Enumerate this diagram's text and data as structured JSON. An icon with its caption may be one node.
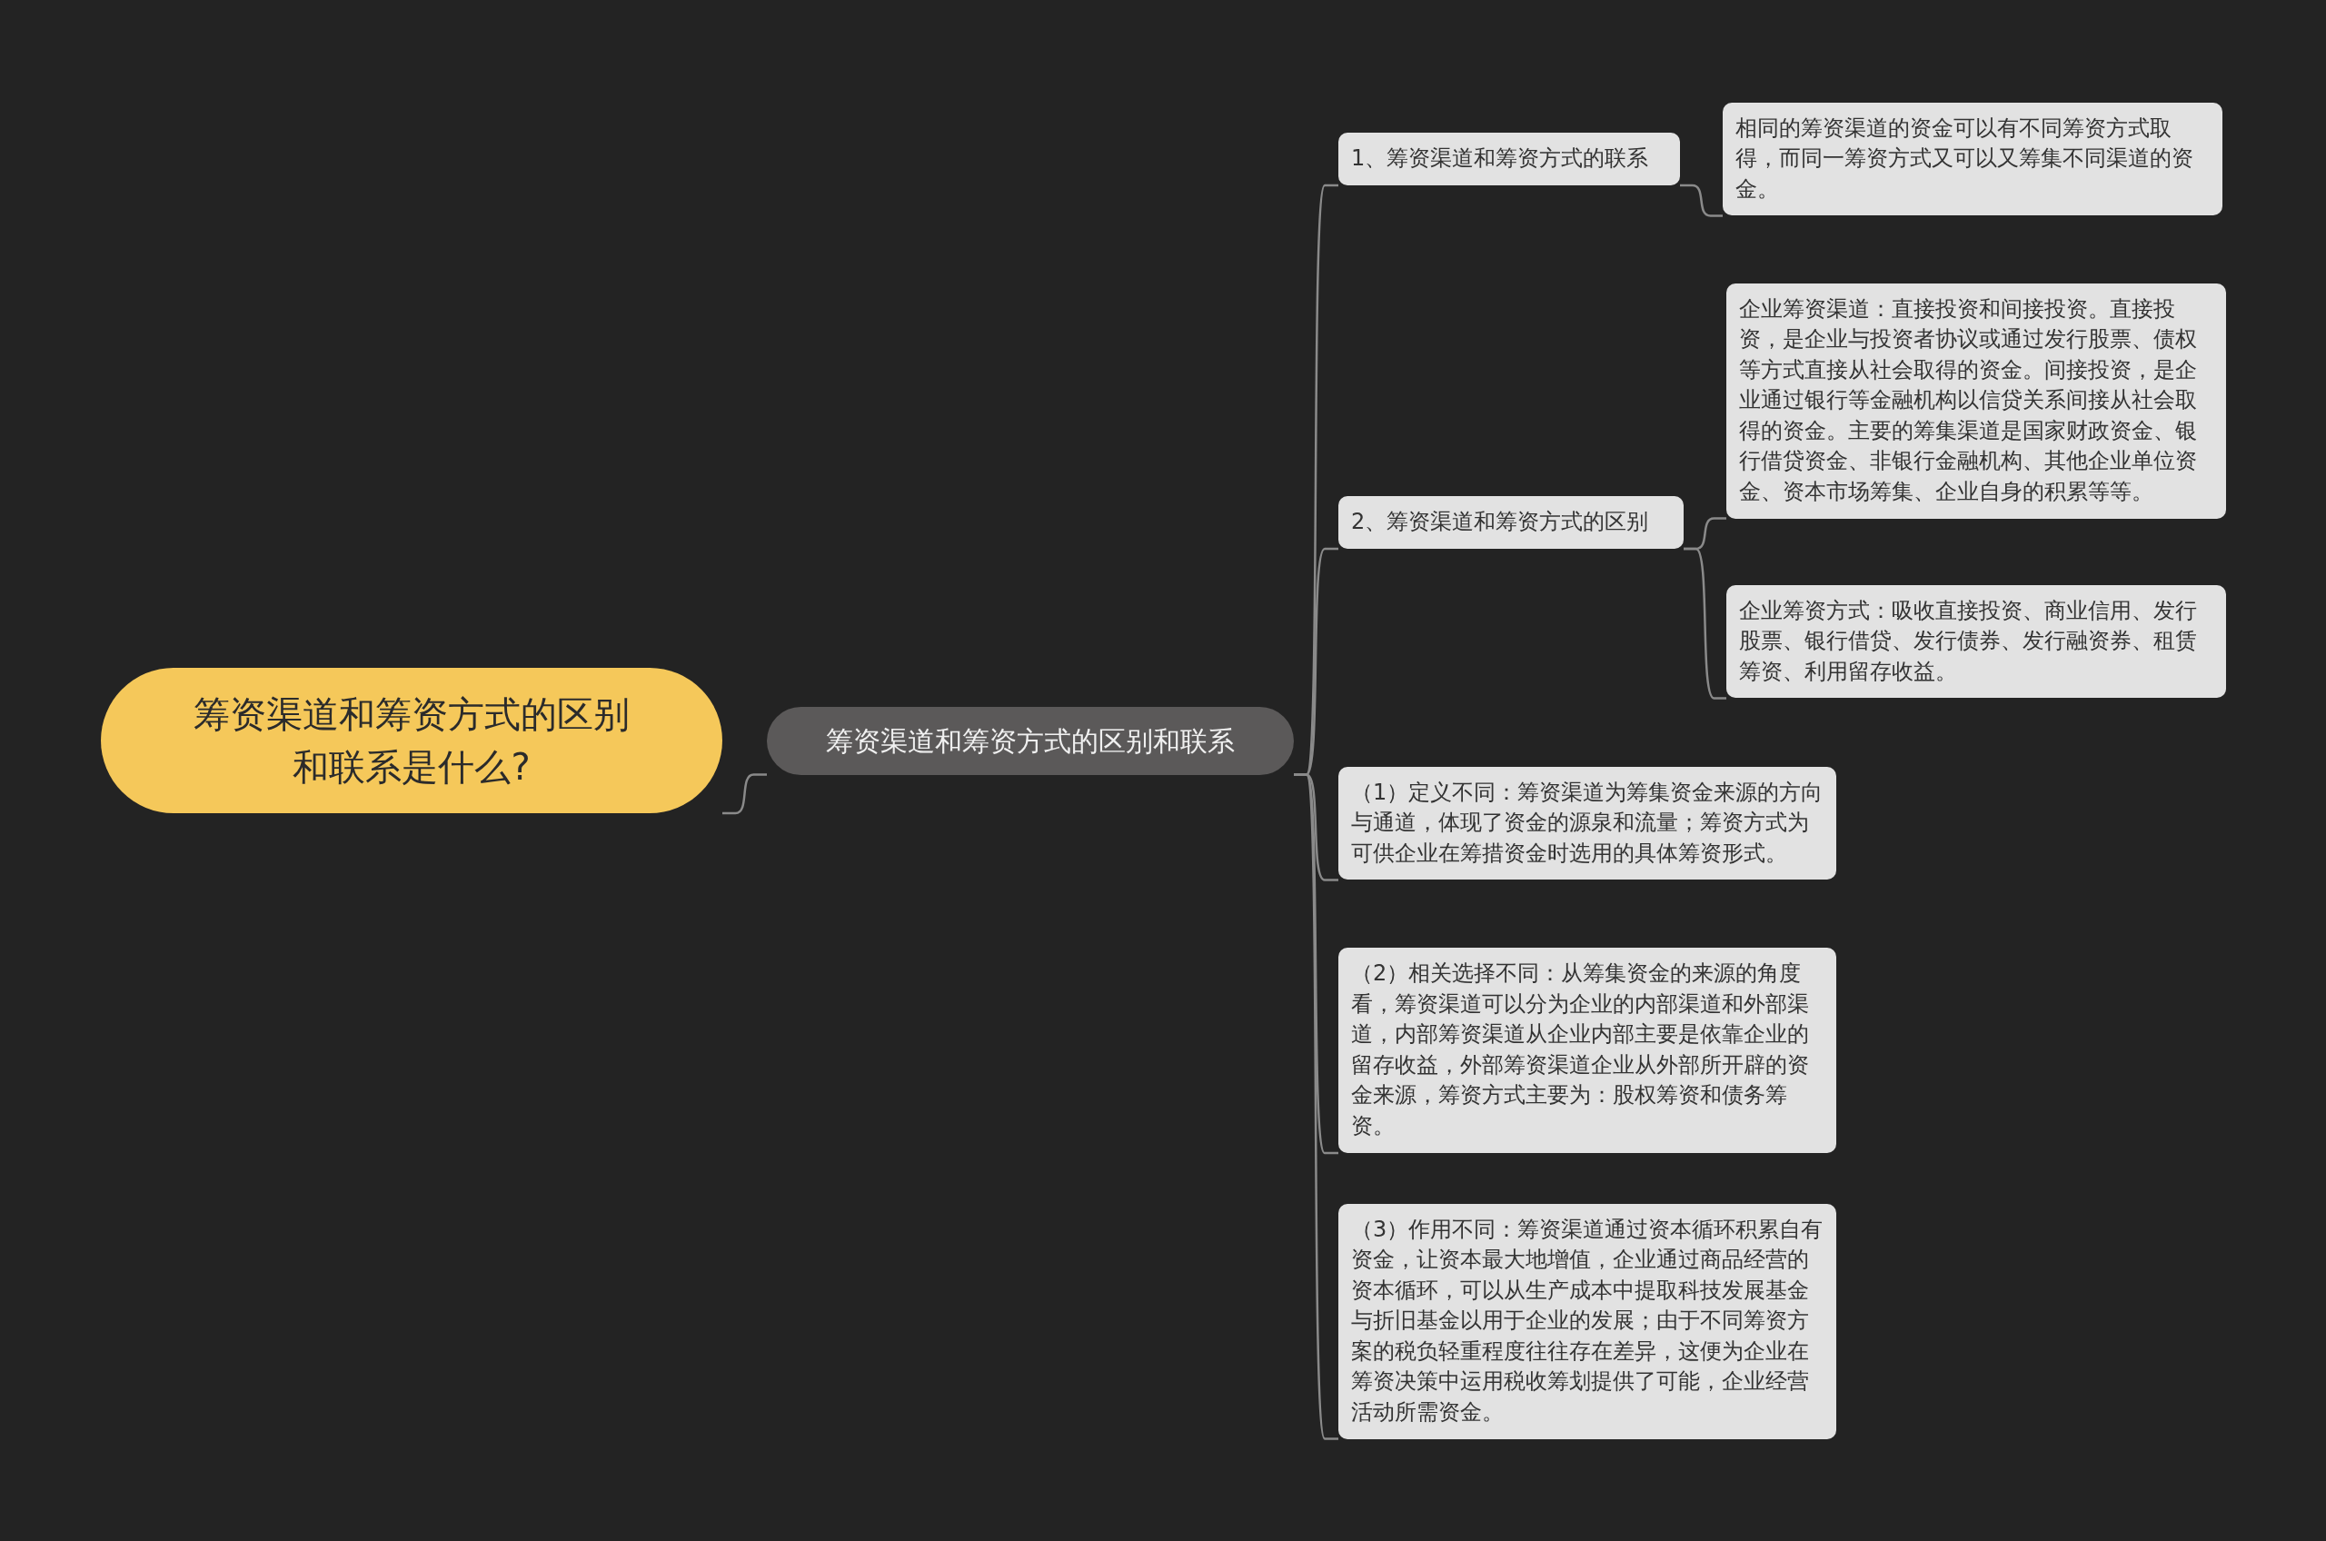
{
  "diagram": {
    "nodes": [
      {
        "text": [
          "筹资渠道和筹资方式的区别和联系是什么?"
        ]
      },
      {
        "text": [
          "筹资渠道和筹资方式的区别和联系"
        ]
      },
      {
        "text": [
          "1、筹资渠道和筹资方式的联系"
        ]
      },
      {
        "text": [
          "相同的筹资渠道的资金可以有不同筹资方式取得，而同一筹资方式又可以又筹集不同渠道的资金。"
        ]
      },
      {
        "text": [
          "2、筹资渠道和筹资方式的区别"
        ]
      },
      {
        "text": [
          "企业筹资渠道：直接投资和间接投资。直接投资，是企业与投资者协议或通过发行股票、债权等方式直接从社会取得的资金。间接投资，是企业通过银行等金融机构以信贷关系间接从社会取得的资金。主要的筹集渠道是国家财政资金、银行借贷资金、非银行金融机构、其他企业单位资金、资本市场筹集、企业自身的积累等等。"
        ]
      },
      {
        "text": [
          "企业筹资方式：吸收直接投资、商业信用、发行股票、银行借贷、发行债券、发行融资券、租赁筹资、利用留存收益。"
        ]
      },
      {
        "text": [
          "（1）定义不同：筹资渠道为筹集资金来源的方向与通道，体现了资金的源泉和流量；筹资方式为可供企业在筹措资金时选用的具体筹资形式。"
        ]
      },
      {
        "text": [
          "（2）相关选择不同：从筹集资金的来源的角度看，筹资渠道可以分为企业的内部渠道和外部渠道，内部筹资渠道从企业内部主要是依靠企业的留存收益，外部筹资渠道企业从外部所开辟的资金来源，筹资方式主要为：股权筹资和债务筹资。"
        ]
      },
      {
        "text": [
          "（3）作用不同：筹资渠道通过资本循环积累自有资金，让资本最大地增值，企业通过商品经营的资本循环，可以从生产成本中提取科技发展基金与折旧基金以用于企业的发展；由于不同筹资方案的税负轻重程度往往存在差异，这便为企业在筹资决策中运用税收筹划提供了可能，企业经营活动所需资金。"
        ]
      }
    ],
    "edges": [
      {
        "from": 0,
        "to": 1,
        "arrow": "none"
      },
      {
        "from": 1,
        "to": 2,
        "arrow": "none"
      },
      {
        "from": 2,
        "to": 3,
        "arrow": "none"
      },
      {
        "from": 1,
        "to": 4,
        "arrow": "none"
      },
      {
        "from": 4,
        "to": 5,
        "arrow": "none"
      },
      {
        "from": 4,
        "to": 6,
        "arrow": "none"
      },
      {
        "from": 1,
        "to": 7,
        "arrow": "none"
      },
      {
        "from": 1,
        "to": 8,
        "arrow": "none"
      },
      {
        "from": 1,
        "to": 9,
        "arrow": "none"
      }
    ]
  }
}
